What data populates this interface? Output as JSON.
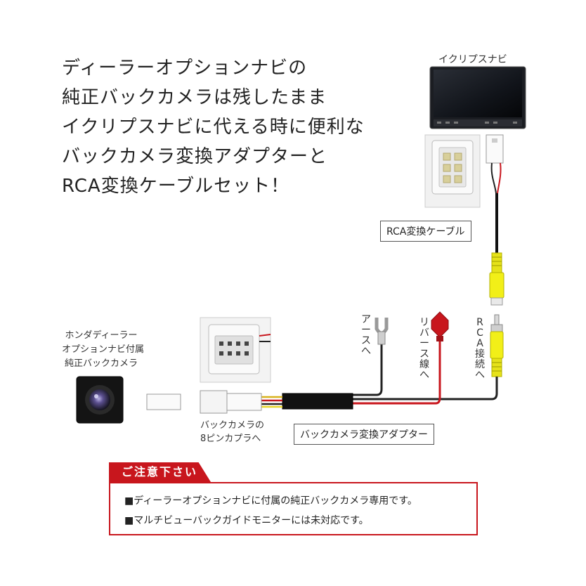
{
  "headline": [
    "ディーラーオプションナビの",
    "純正バックカメラは残したまま",
    "イクリプスナビに代える時に便利な",
    "バックカメラ変換アダプターと",
    "RCA変換ケーブルセット！"
  ],
  "labels": {
    "eclipse_navi": "イクリプスナビ",
    "rca_cable": "RCA変換ケーブル",
    "honda_camera": [
      "ホンダディーラー",
      "オプションナビ付属",
      "純正バックカメラ"
    ],
    "pin_coupler": [
      "バックカメラの",
      "8ピンカプラへ"
    ],
    "adapter": "バックカメラ変換アダプター",
    "ground": "アースへ",
    "reverse": "リバース線へ",
    "rca_connect": "RCA接続へ"
  },
  "notice": {
    "title": "ご注意下さい",
    "lines": [
      "■ディーラーオプションナビに付属の純正バックカメラ専用です。",
      "■マルチビューバックガイドモニターには未対応です。"
    ]
  }
}
